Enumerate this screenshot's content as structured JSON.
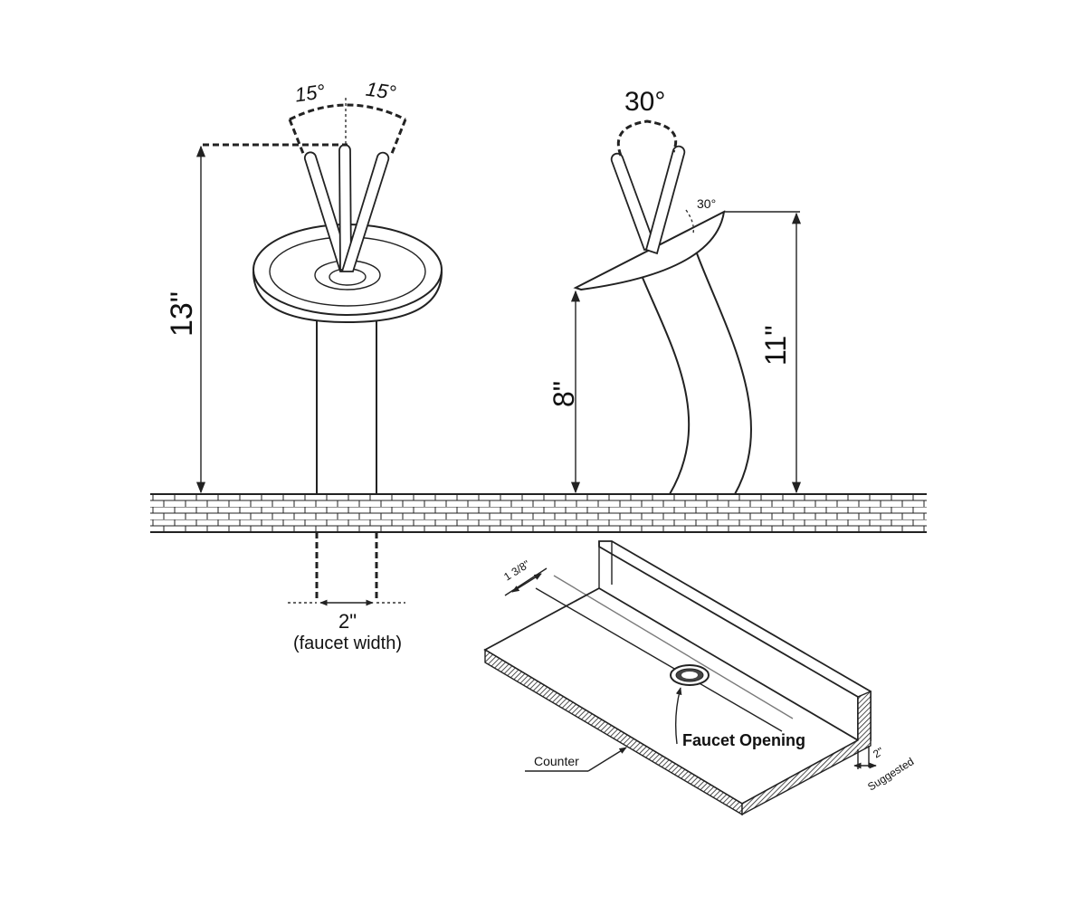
{
  "labels": {
    "angle_left": "15°",
    "angle_right": "15°",
    "angle_side": "30°",
    "angle_side_small": "30°",
    "height_overall": "13\"",
    "height_spout": "8\"",
    "height_side": "11\"",
    "faucet_width_value": "2\"",
    "faucet_width_caption": "(faucet width)",
    "counter_backsplash_offset": "1 3/8\"",
    "faucet_opening": "Faucet Opening",
    "counter": "Counter",
    "edge_distance_value": "2\"",
    "edge_distance_caption": "Suggested"
  },
  "colors": {
    "line": "#222222",
    "background": "#ffffff"
  }
}
